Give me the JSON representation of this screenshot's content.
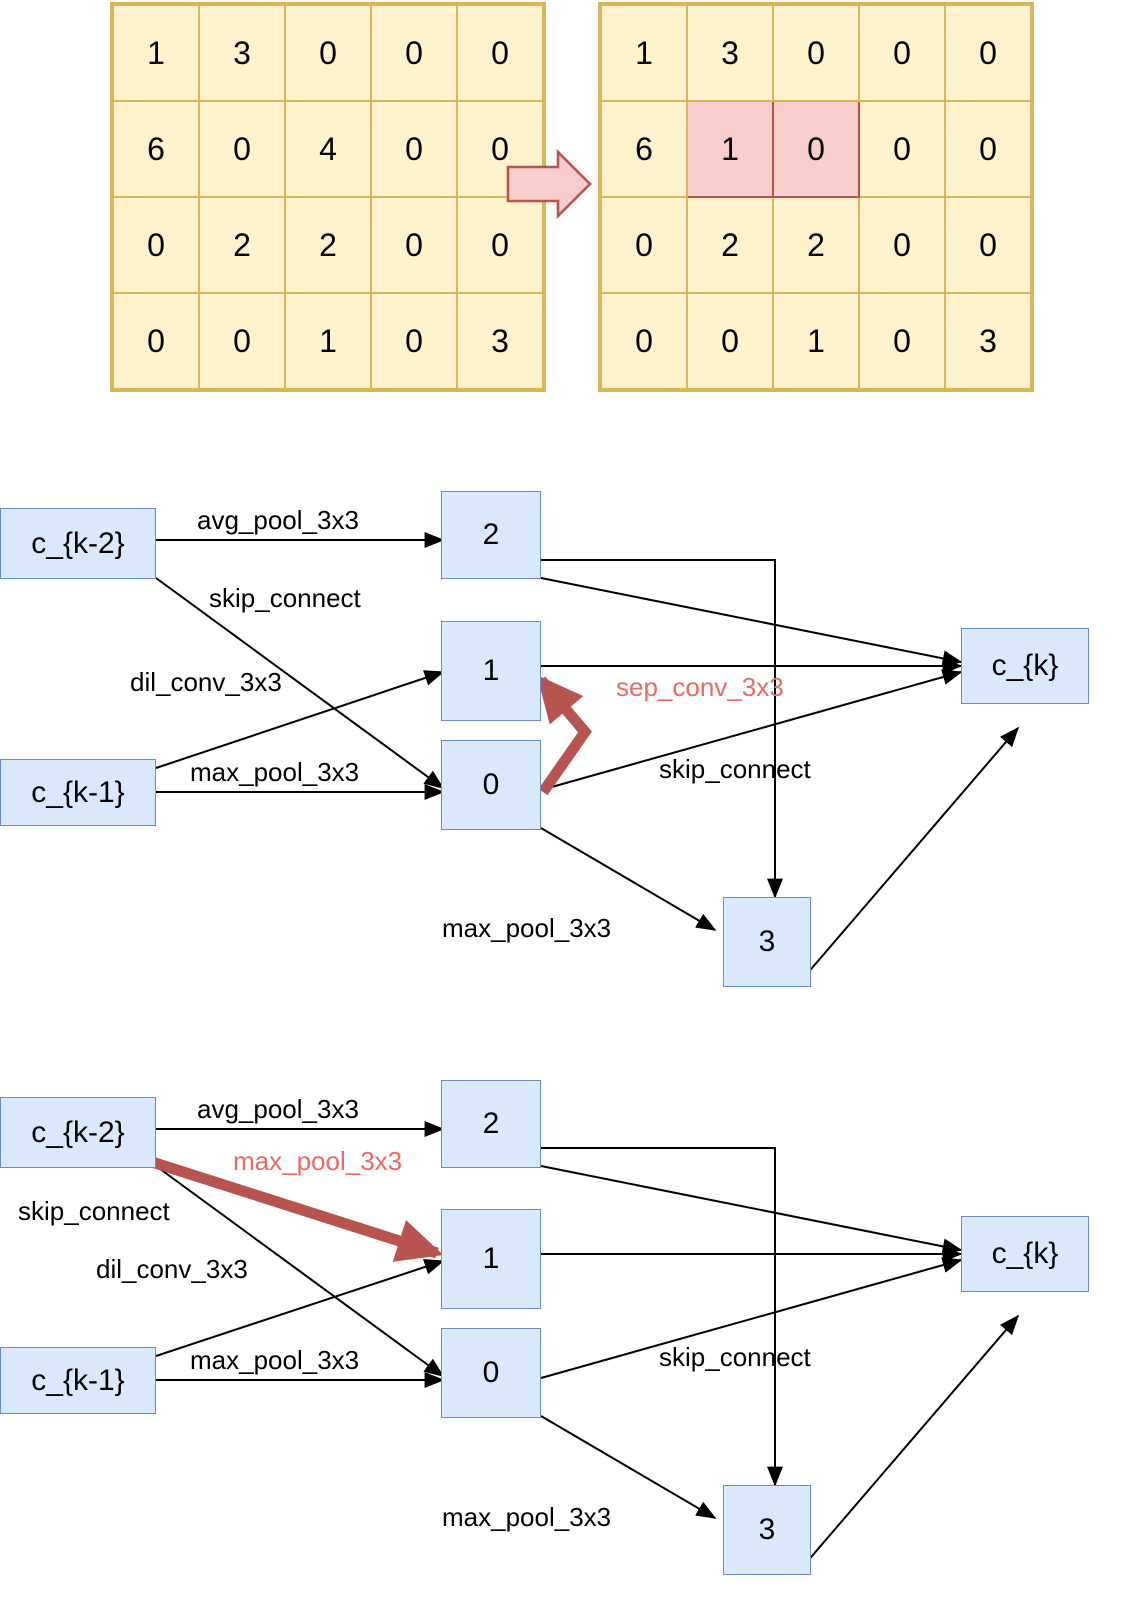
{
  "pooling_figure": {
    "left_grid": {
      "rows": [
        [
          "1",
          "3",
          "0",
          "0",
          "0"
        ],
        [
          "6",
          "0",
          "4",
          "0",
          "0"
        ],
        [
          "0",
          "2",
          "2",
          "0",
          "0"
        ],
        [
          "0",
          "0",
          "1",
          "0",
          "3"
        ]
      ]
    },
    "right_grid": {
      "rows": [
        [
          "1",
          "3",
          "0",
          "0",
          "0"
        ],
        [
          "6",
          "1",
          "0",
          "0",
          "0"
        ],
        [
          "0",
          "2",
          "2",
          "0",
          "0"
        ],
        [
          "0",
          "0",
          "1",
          "0",
          "3"
        ]
      ],
      "highlighted_cells": [
        [
          1,
          1
        ],
        [
          1,
          2
        ]
      ]
    },
    "arrow": "right-block-arrow",
    "colors": {
      "cell_fill": "#fff2cc",
      "cell_border": "#d6b656",
      "highlight_fill": "#f8cecc",
      "highlight_border": "#b85450"
    }
  },
  "cell_diagram_top": {
    "nodes": {
      "in_prev2": "c_{k-2}",
      "in_prev1": "c_{k-1}",
      "n0": "0",
      "n1": "1",
      "n2": "2",
      "n3": "3",
      "out": "c_{k}"
    },
    "edge_labels": {
      "avg_pool": "avg_pool_3x3",
      "skip_connect_in": "skip_connect",
      "dil_conv": "dil_conv_3x3",
      "max_pool_in": "max_pool_3x3",
      "highlight": "sep_conv_3x3",
      "skip_connect_mid": "skip_connect",
      "max_pool_out": "max_pool_3x3"
    },
    "highlight_color": "#b85450",
    "highlight_text_color": "#ea6b66"
  },
  "cell_diagram_bottom": {
    "nodes": {
      "in_prev2": "c_{k-2}",
      "in_prev1": "c_{k-1}",
      "n0": "0",
      "n1": "1",
      "n2": "2",
      "n3": "3",
      "out": "c_{k}"
    },
    "edge_labels": {
      "avg_pool": "avg_pool_3x3",
      "highlight": "max_pool_3x3",
      "skip_connect_in": "skip_connect",
      "dil_conv": "dil_conv_3x3",
      "max_pool_in": "max_pool_3x3",
      "skip_connect_mid": "skip_connect",
      "max_pool_out": "max_pool_3x3"
    },
    "highlight_color": "#b85450",
    "highlight_text_color": "#ea6b66"
  },
  "palette": {
    "node_fill": "#dae8fc",
    "node_border": "#6c8ebf",
    "edge": "#000000"
  }
}
